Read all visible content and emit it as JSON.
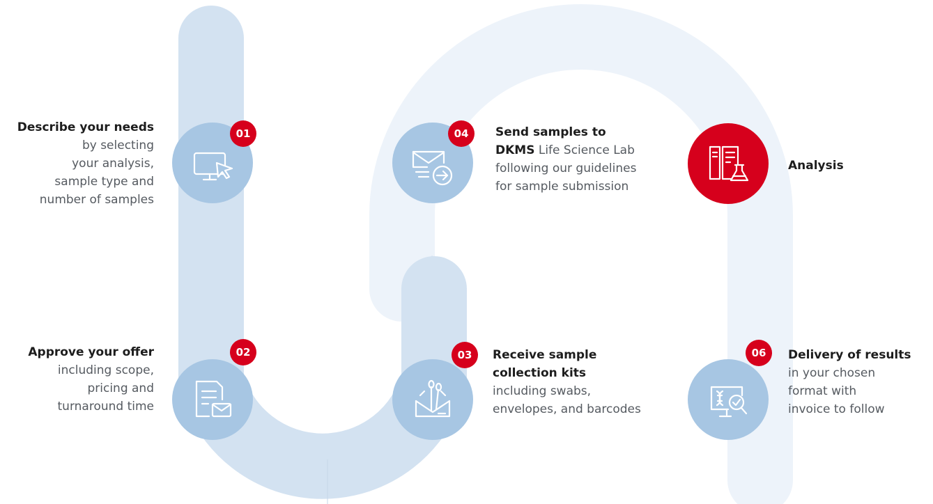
{
  "colors": {
    "track_dark": "#d3e2f1",
    "track_light": "#edf3fa",
    "node": "#a7c6e3",
    "node_active": "#d6001c",
    "badge": "#d6001c",
    "icon_stroke": "#ffffff"
  },
  "steps": [
    {
      "number": "01",
      "icon": "computer-cursor-icon",
      "title": "Describe your needs",
      "lines": [
        "by selecting",
        "your analysis,",
        "sample type and",
        "number of samples"
      ]
    },
    {
      "number": "02",
      "icon": "document-envelope-icon",
      "title": "Approve your offer",
      "lines": [
        "including scope,",
        "pricing and",
        "turnaround time"
      ]
    },
    {
      "number": "03",
      "icon": "swab-kit-icon",
      "title_line1": "Receive sample",
      "title_line2": "collection kits",
      "lines": [
        "including swabs,",
        "envelopes, and barcodes"
      ]
    },
    {
      "number": "04",
      "icon": "mail-send-icon",
      "title_line1": "Send samples to",
      "title_bold": "DKMS",
      "title_rest": " Life Science Lab",
      "lines": [
        "following our guidelines",
        "for sample submission"
      ]
    },
    {
      "icon": "lab-analysis-icon",
      "title": "Analysis"
    },
    {
      "number": "06",
      "icon": "dna-results-icon",
      "title": "Delivery of results",
      "lines": [
        "in your chosen",
        "format with",
        "invoice to follow"
      ]
    }
  ]
}
